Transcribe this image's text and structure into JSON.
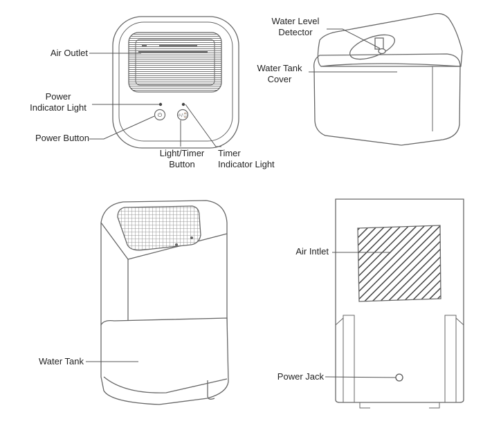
{
  "labels": {
    "air_outlet": "Air Outlet",
    "power_indicator_light": [
      "Power",
      "Indicator Light"
    ],
    "power_button": "Power Button",
    "light_timer_button": [
      "Light/Timer",
      "Button"
    ],
    "timer_indicator_light": [
      "Timer",
      "Indicator Light"
    ],
    "water_level_detector": [
      "Water Level",
      "Detector"
    ],
    "water_tank_cover": [
      "Water Tank",
      "Cover"
    ],
    "water_tank": "Water Tank",
    "air_inlet": "Air Intlet",
    "power_jack": "Power Jack"
  },
  "button_glyphs": {
    "power": "⏻",
    "light_timer": "☼/⌚"
  },
  "icons": [
    "power-icon",
    "light-timer-icon"
  ],
  "colors": {
    "line": "#555555",
    "outline": "#666666",
    "text": "#222222"
  }
}
